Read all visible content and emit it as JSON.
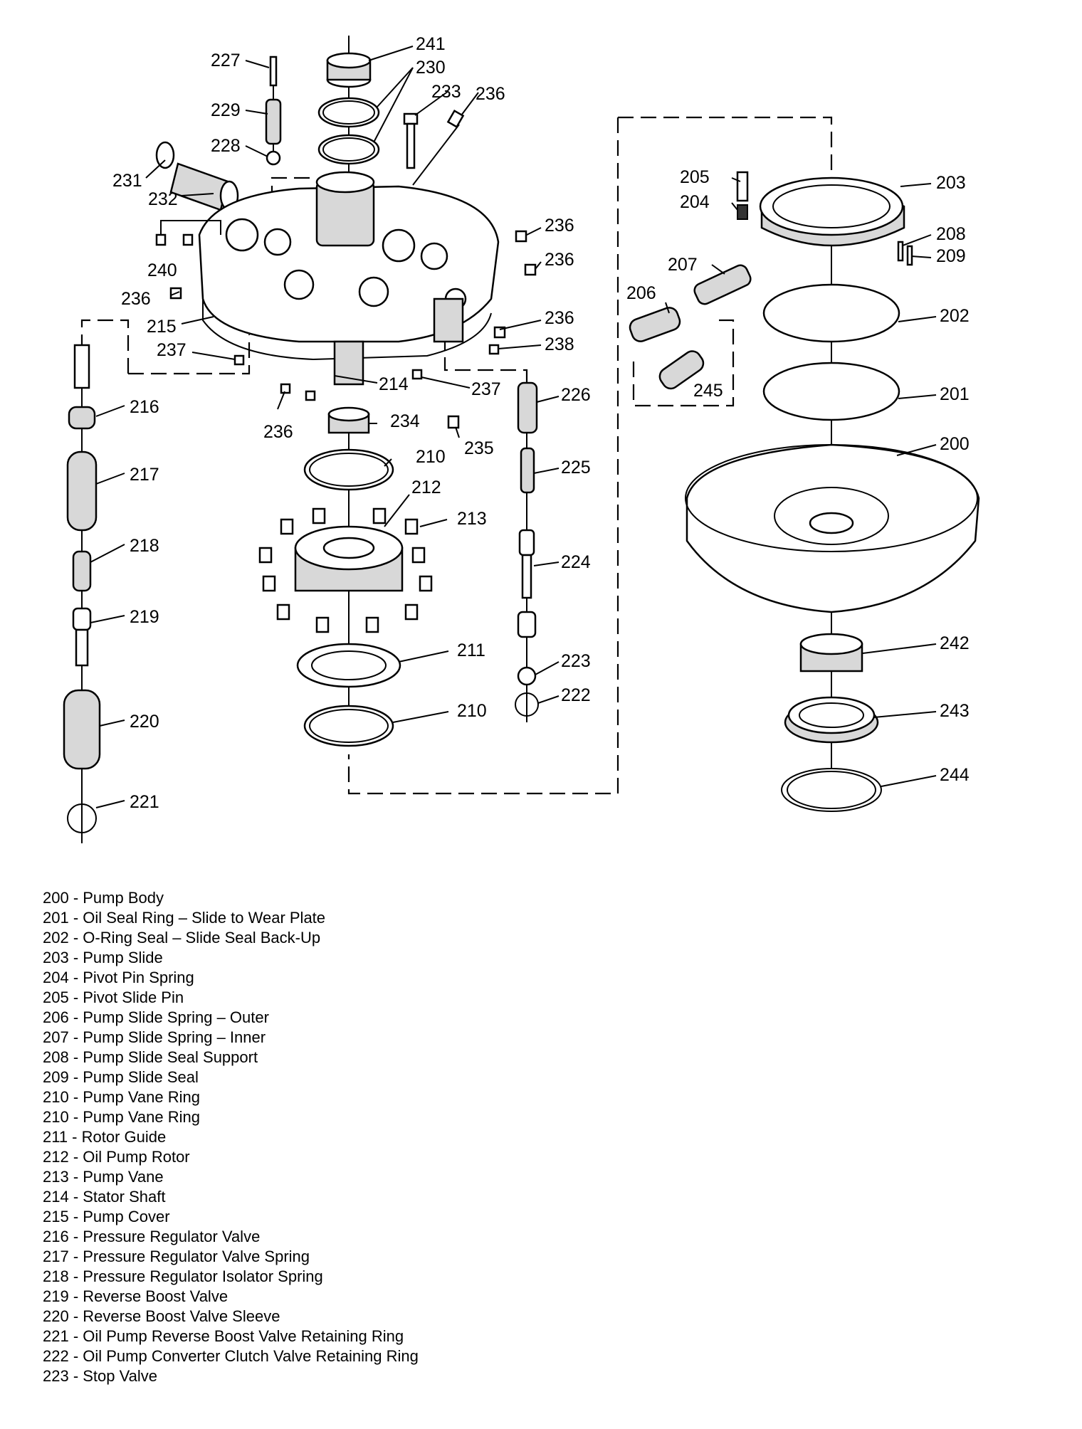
{
  "callouts": [
    "227",
    "229",
    "228",
    "231",
    "232",
    "240",
    "236",
    "215",
    "237",
    "216",
    "217",
    "218",
    "219",
    "220",
    "221",
    "241",
    "230",
    "233",
    "236",
    "236",
    "236",
    "236",
    "236",
    "238",
    "214",
    "237",
    "236",
    "234",
    "235",
    "210",
    "212",
    "213",
    "211",
    "210",
    "226",
    "225",
    "224",
    "223",
    "222",
    "205",
    "204",
    "203",
    "208",
    "209",
    "207",
    "206",
    "245",
    "202",
    "201",
    "200",
    "242",
    "243",
    "244"
  ],
  "legend": [
    "200 - Pump Body",
    "201 - Oil Seal Ring – Slide to Wear Plate",
    "202 - O-Ring Seal – Slide Seal Back-Up",
    "203 - Pump Slide",
    "204 - Pivot Pin Spring",
    "205 - Pivot Slide Pin",
    "206 - Pump Slide Spring – Outer",
    "207 - Pump Slide Spring – Inner",
    "208 - Pump Slide Seal Support",
    "209 - Pump Slide Seal",
    "210 - Pump Vane Ring",
    "210 - Pump Vane Ring",
    "211 - Rotor Guide",
    "212 - Oil Pump Rotor",
    "213 - Pump Vane",
    "214 - Stator Shaft",
    "215 - Pump Cover",
    "216 - Pressure Regulator Valve",
    "217 - Pressure Regulator Valve Spring",
    "218 - Pressure Regulator Isolator Spring",
    "219 - Reverse Boost Valve",
    "220 - Reverse Boost Valve Sleeve",
    "221 - Oil Pump Reverse Boost Valve Retaining Ring",
    "222 - Oil Pump Converter Clutch Valve Retaining Ring",
    "223 - Stop Valve"
  ]
}
